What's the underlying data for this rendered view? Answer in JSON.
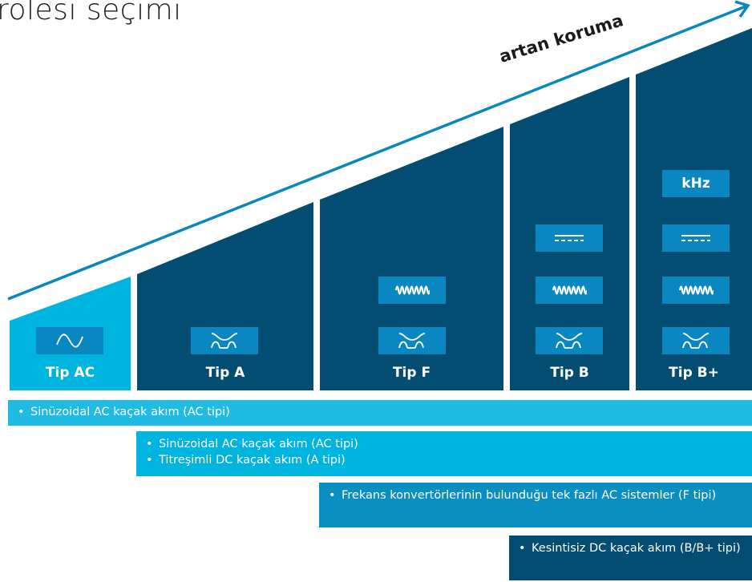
{
  "title": "rolesi seçimi",
  "arrow_label": "artan koruma",
  "columns": [
    {
      "label": "Tip AC",
      "color": "#00b4e0"
    },
    {
      "label": "Tip A",
      "color": "#034d72"
    },
    {
      "label": "Tip F",
      "color": "#034d72"
    },
    {
      "label": "Tip B",
      "color": "#034d72"
    },
    {
      "label": "Tip B+",
      "color": "#034d72"
    }
  ],
  "icons": {
    "ac_sine": "sine-wave-icon",
    "pulsating_dc": "pulsating-dc-icon",
    "mixed_frequency": "mixed-frequency-icon",
    "smooth_dc": "smooth-dc-icon",
    "khz": "kHz"
  },
  "bars": [
    {
      "items": [
        "Sinüzoidal AC kaçak akım (AC tipi)"
      ],
      "color": "#1fbbe3"
    },
    {
      "items": [
        "Sinüzoidal AC kaçak akım (AC tipi)",
        "Titreşimli DC kaçak akım (A tipi)"
      ],
      "color": "#00b4e0"
    },
    {
      "items": [
        "Frekans konvertörlerinin bulunduğu tek fazlı AC sistemler (F tipi)"
      ],
      "color": "#0b8fc2"
    },
    {
      "items": [
        "Kesintisiz DC kaçak akım (B/B+ tipi)"
      ],
      "color": "#034d72"
    }
  ]
}
